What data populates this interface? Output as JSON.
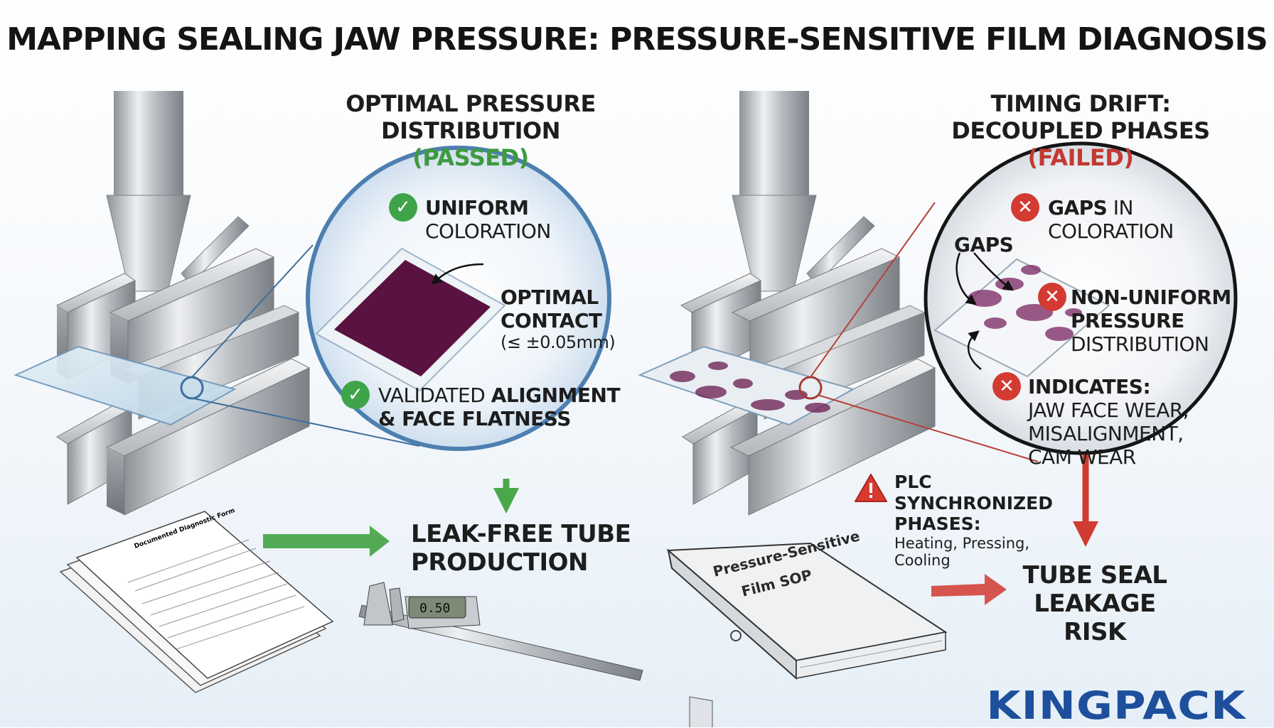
{
  "title": "MAPPING SEALING JAW PRESSURE: PRESSURE-SENSITIVE FILM DIAGNOSIS",
  "left_panel": {
    "heading_line1": "OPTIMAL PRESSURE",
    "heading_line2": "DISTRIBUTION",
    "status": "(PASSED)",
    "callout1_bold": "UNIFORM",
    "callout1_rest": "COLORATION",
    "callout2_line1": "OPTIMAL",
    "callout2_line2": "CONTACT",
    "callout2_line3": "(≤ ±0.05mm)",
    "callout3_prefix": "VALIDATED",
    "callout3_bold1": "ALIGNMENT",
    "callout3_line2": "& FACE FLATNESS",
    "result_line1": "LEAK-FREE TUBE",
    "result_line2": "PRODUCTION",
    "form_title": "Documented Diagnostic Form",
    "caliper_reading": "0.50"
  },
  "right_panel": {
    "heading_line1": "TIMING DRIFT:",
    "heading_line2": "DECOUPLED PHASES",
    "status": "(FAILED)",
    "gaps_label": "GAPS",
    "callout1_bold": "GAPS",
    "callout1_rest1": "IN",
    "callout1_rest2": "COLORATION",
    "callout2_line1": "NON-UNIFORM",
    "callout2_line2": "PRESSURE",
    "callout2_line3": "DISTRIBUTION",
    "callout3_line1": "INDICATES:",
    "callout3_line2": "JAW FACE WEAR,",
    "callout3_line3": "MISALIGNMENT,",
    "callout3_line4": "CAM WEAR",
    "plc_line1": "PLC",
    "plc_line2": "SYNCHRONIZED",
    "plc_line3": "PHASES:",
    "plc_line4": "Heating, Pressing,",
    "plc_line5": "Cooling",
    "result_line1": "TUBE SEAL",
    "result_line2": "LEAKAGE RISK",
    "binder_line1": "Pressure-Sensitive",
    "binder_line2": "Film SOP"
  },
  "logo": "KINGPACK",
  "colors": {
    "pass_green": "#3f9a3f",
    "fail_red": "#c23a33",
    "film_purple": "#5a1240",
    "logo_blue": "#1d4f9c",
    "lens_blue": "#4d7fb0"
  },
  "icons": {
    "check": "check-circle-icon",
    "fail": "x-circle-icon",
    "warning": "warning-triangle-icon"
  }
}
